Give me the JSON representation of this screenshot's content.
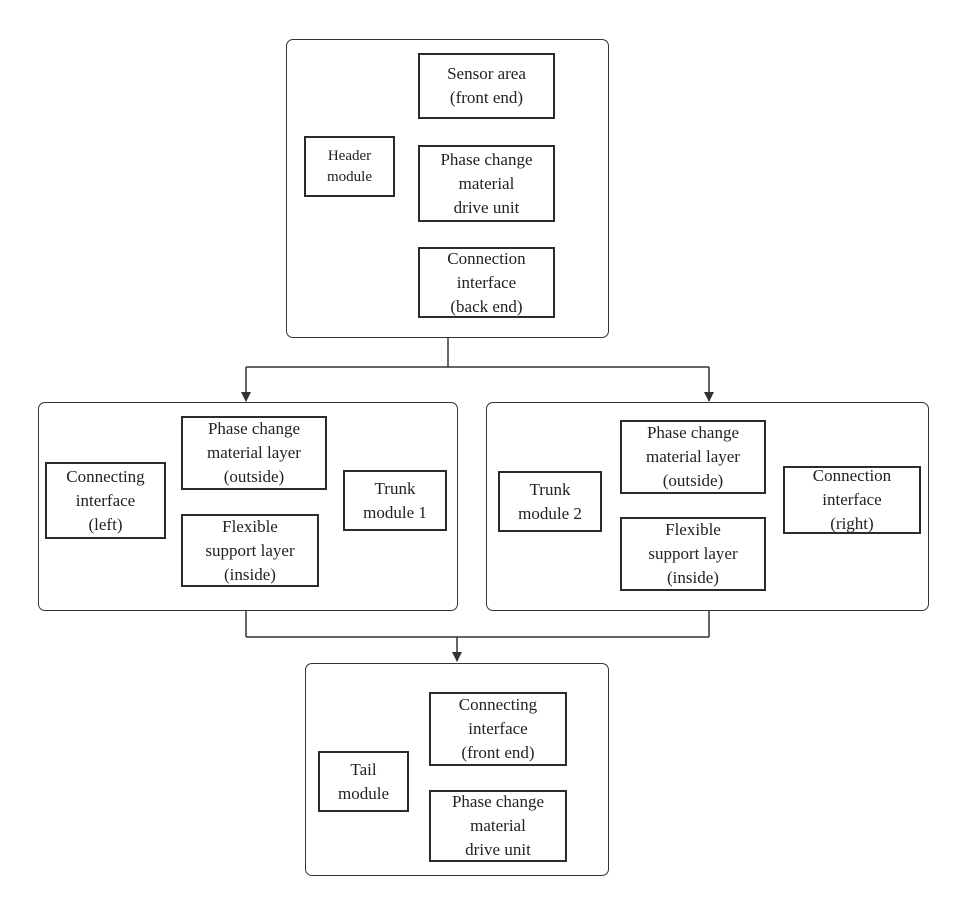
{
  "header_group": {
    "module": "Header\nmodule",
    "sensor": "Sensor area\n(front end)",
    "drive": "Phase change\nmaterial\ndrive unit",
    "connection": "Connection\ninterface\n(back end)"
  },
  "trunk1_group": {
    "connecting": "Connecting\ninterface\n(left)",
    "pcm_layer": "Phase change\nmaterial layer\n(outside)",
    "flexible": "Flexible\nsupport layer\n(inside)",
    "module": "Trunk\nmodule 1"
  },
  "trunk2_group": {
    "module": "Trunk\nmodule 2",
    "pcm_layer": "Phase change\nmaterial layer\n(outside)",
    "flexible": "Flexible\nsupport layer\n(inside)",
    "connection": "Connection\ninterface\n(right)"
  },
  "tail_group": {
    "module": "Tail\nmodule",
    "connecting": "Connecting\ninterface\n(front end)",
    "drive": "Phase change\nmaterial\ndrive unit"
  },
  "colors": {
    "stroke": "#333333",
    "background": "#ffffff"
  }
}
